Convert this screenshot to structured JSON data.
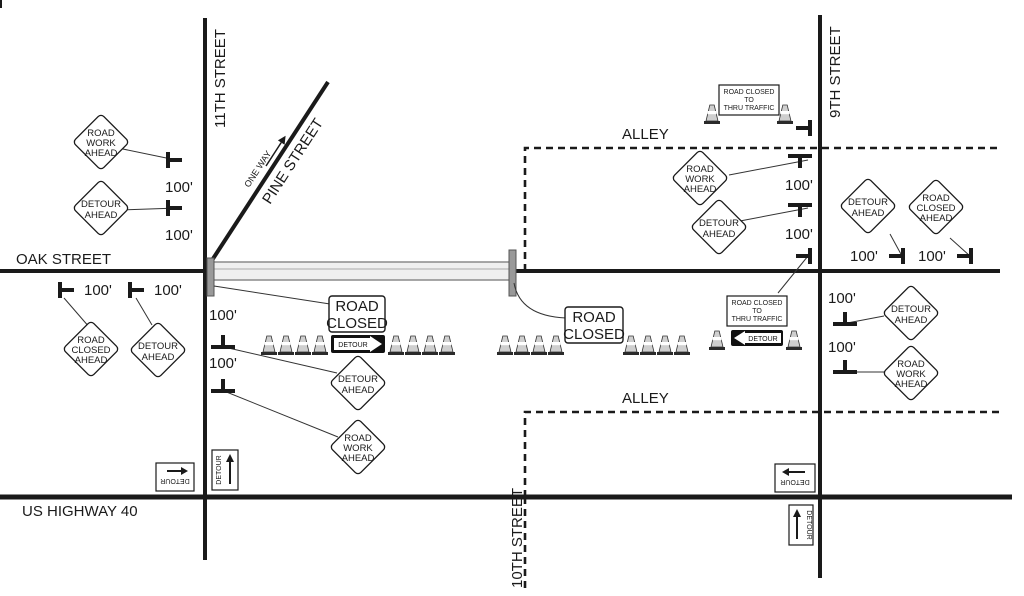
{
  "streets": {
    "oak": "OAK STREET",
    "us40": "US HIGHWAY 40",
    "eleventh": "11TH STREET",
    "ninth": "9TH STREET",
    "tenth": "10TH STREET",
    "pine": "PINE STREET",
    "one_way": "ONE WAY",
    "alley": "ALLEY"
  },
  "distance": "100'",
  "signs": {
    "road_work": [
      "ROAD",
      "WORK",
      "AHEAD"
    ],
    "detour_ahead": [
      "DETOUR",
      "AHEAD"
    ],
    "road_closed_ahead": [
      "ROAD",
      "CLOSED",
      "AHEAD"
    ],
    "road_closed": [
      "ROAD",
      "CLOSED"
    ],
    "road_closed_thru": [
      "ROAD CLOSED",
      "TO",
      "THRU TRAFFIC"
    ],
    "detour": "DETOUR"
  }
}
